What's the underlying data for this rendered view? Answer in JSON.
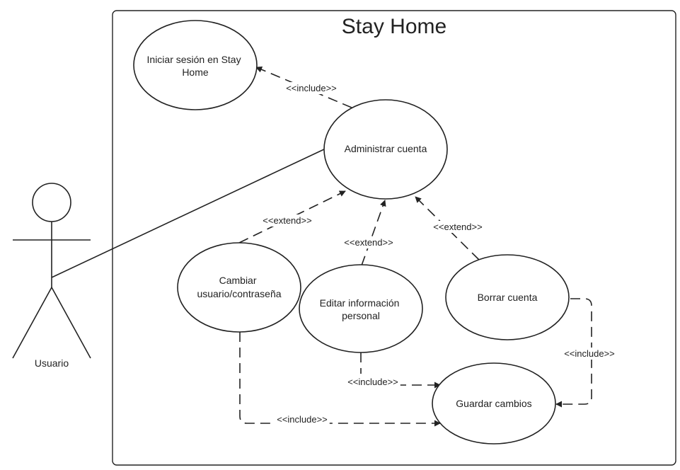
{
  "system": {
    "title": "Stay Home"
  },
  "actor": {
    "name": "Usuario"
  },
  "use_cases": {
    "login": {
      "lines": [
        "Iniciar sesión en Stay",
        "Home"
      ]
    },
    "manage": {
      "lines": [
        "Administrar cuenta"
      ]
    },
    "change": {
      "lines": [
        "Cambiar",
        "usuario/contraseña"
      ]
    },
    "edit": {
      "lines": [
        "Editar información",
        "personal"
      ]
    },
    "delete": {
      "lines": [
        "Borrar cuenta"
      ]
    },
    "save": {
      "lines": [
        "Guardar cambios"
      ]
    }
  },
  "relations": {
    "include_login": "<<include>>",
    "extend_change": "<<extend>>",
    "extend_edit": "<<extend>>",
    "extend_delete": "<<extend>>",
    "include_edit_save": "<<include>>",
    "include_change_save": "<<include>>",
    "include_delete_save": "<<include>>"
  }
}
